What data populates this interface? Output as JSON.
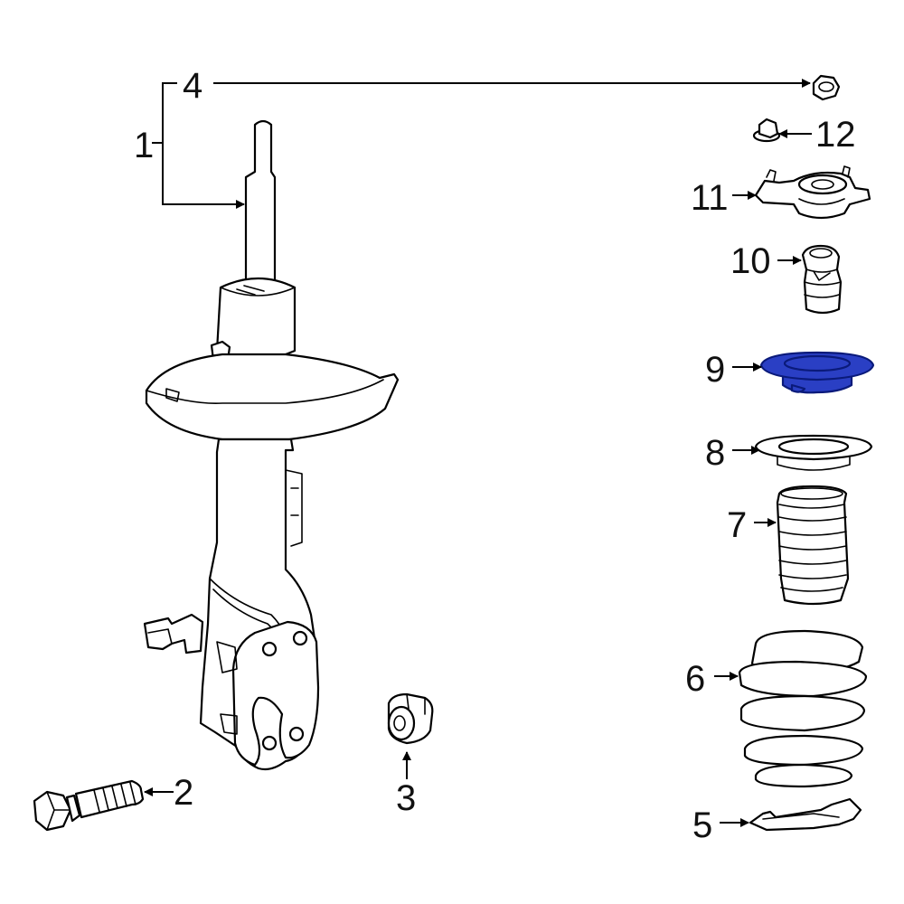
{
  "diagram": {
    "highlight_fill": "#2a3fc4",
    "highlight_stroke": "#0a1a7a",
    "callouts": [
      {
        "id": "1",
        "label": "1"
      },
      {
        "id": "2",
        "label": "2"
      },
      {
        "id": "3",
        "label": "3"
      },
      {
        "id": "4",
        "label": "4"
      },
      {
        "id": "5",
        "label": "5"
      },
      {
        "id": "6",
        "label": "6"
      },
      {
        "id": "7",
        "label": "7"
      },
      {
        "id": "8",
        "label": "8"
      },
      {
        "id": "9",
        "label": "9"
      },
      {
        "id": "10",
        "label": "10"
      },
      {
        "id": "11",
        "label": "11"
      },
      {
        "id": "12",
        "label": "12"
      }
    ],
    "highlighted_callout": "9"
  }
}
